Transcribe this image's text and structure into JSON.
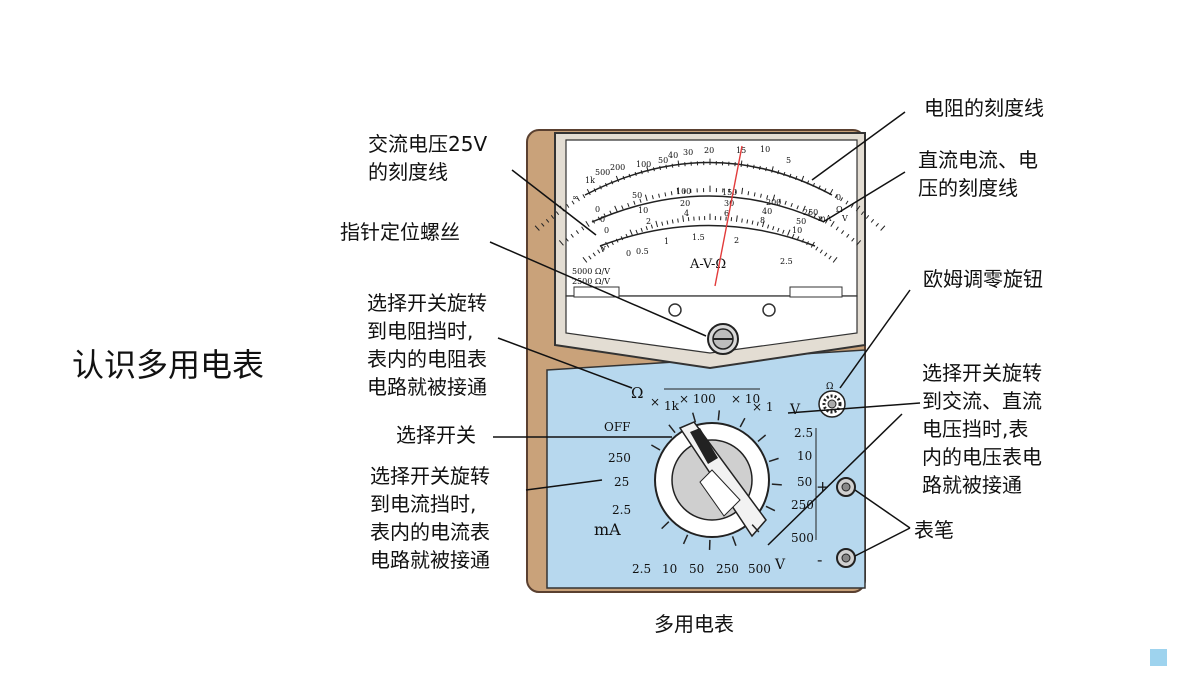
{
  "title": "认识多用电表",
  "caption": "多用电表",
  "labels": {
    "ac_scale": [
      "交流电压25V",
      "的刻度线"
    ],
    "zero_screw": [
      "指针定位螺丝"
    ],
    "ohm_range": [
      "选择开关旋转",
      "到电阻挡时,",
      "表内的电阻表",
      "电路就被接通"
    ],
    "selector": [
      "选择开关"
    ],
    "current_range": [
      "选择开关旋转",
      "到电流挡时,",
      "表内的电流表",
      "电路就被接通"
    ],
    "resistance_scale": [
      "电阻的刻度线"
    ],
    "dc_scale": [
      "直流电流、电",
      "压的刻度线"
    ],
    "ohm_zero_knob": [
      "欧姆调零旋钮"
    ],
    "voltage_range": [
      "选择开关旋转",
      "到交流、直流",
      "电压挡时,表",
      "内的电压表电",
      "路就被接通"
    ],
    "probes": [
      "表笔"
    ]
  },
  "meter": {
    "name": "A-V-Ω",
    "ohm_scale": [
      "∞",
      "1k",
      "500",
      "200",
      "100",
      "50",
      "40",
      "30",
      "20",
      "15",
      "10",
      "5",
      "0"
    ],
    "dc_scale_a": [
      "0",
      "50",
      "100",
      "150",
      "200",
      "250"
    ],
    "dc_scale_b": [
      "0",
      "10",
      "20",
      "30",
      "40",
      "50"
    ],
    "dc_scale_c": [
      "0",
      "2",
      "4",
      "6",
      "8",
      "10"
    ],
    "ac_scale": [
      "0",
      "0.5",
      "1",
      "1.5",
      "2",
      "2.5"
    ],
    "scale_end_labels": [
      "Ω",
      "mA",
      "V"
    ],
    "ac_symbol": "V",
    "sensitivity": [
      "5000 Ω/V",
      "2500 Ω/V"
    ],
    "dial": {
      "ohm_symbol": "Ω",
      "ohm_multipliers": [
        "1k",
        "× 100",
        "× 10",
        "× 1"
      ],
      "times": "×",
      "off": "OFF",
      "ma_ranges": [
        "250",
        "25",
        "2.5"
      ],
      "ma_unit": "mA",
      "dc_v_ranges": [
        "2.5",
        "10",
        "50",
        "250",
        "500"
      ],
      "ac_v_ranges": [
        "2.5",
        "10",
        "50",
        "250",
        "500"
      ],
      "ac_v_unit": "V",
      "ac_symbol": "V",
      "plus": "+",
      "minus": "-",
      "zero_knob_symbol": "Ω"
    }
  },
  "colors": {
    "case_wood": "#c9a27a",
    "panel_blue": "#b7d8ee",
    "face_white": "#ffffff",
    "needle_red": "#e23b3b",
    "accent_square": "#9ed3ee"
  }
}
